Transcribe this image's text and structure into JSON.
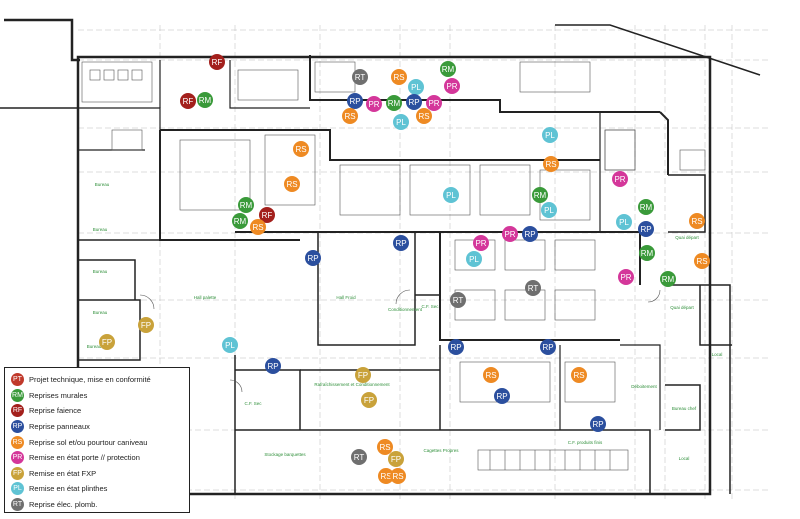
{
  "legend": [
    {
      "code": "PT",
      "label": "Projet technique, mise en conformité",
      "color": "#c0392b"
    },
    {
      "code": "RM",
      "label": "Reprises murales",
      "color": "#3a9a3a"
    },
    {
      "code": "RF",
      "label": "Reprise faience",
      "color": "#a3201c"
    },
    {
      "code": "RP",
      "label": "Reprise panneaux",
      "color": "#2b4f9e"
    },
    {
      "code": "RS",
      "label": "Reprise sol et/ou pourtour caniveau",
      "color": "#ee8a23"
    },
    {
      "code": "PR",
      "label": "Remise en état porte // protection",
      "color": "#d4379a"
    },
    {
      "code": "FP",
      "label": "Remise en état FXP",
      "color": "#c9a23a"
    },
    {
      "code": "PL",
      "label": "Remise en état plinthes",
      "color": "#5fc3d4"
    },
    {
      "code": "RT",
      "label": "Reprise élec. plomb.",
      "color": "#6f6f6f"
    }
  ],
  "markers": [
    "RF",
    "RF",
    "RM",
    "RT",
    "RS",
    "RM",
    "PL",
    "PR",
    "RP",
    "PR",
    "RM",
    "RP",
    "PR",
    "RS",
    "PL",
    "RS",
    "RS",
    "PL",
    "RS",
    "RS",
    "PL",
    "RM",
    "PR",
    "RM",
    "RF",
    "RS",
    "RM",
    "PL",
    "RP",
    "PR",
    "PR",
    "RP",
    "RP",
    "PL",
    "RM",
    "RS",
    "PL",
    "RP",
    "RM",
    "RS",
    "PR",
    "RT",
    "RM",
    "FP",
    "FP",
    "RT",
    "PL",
    "RP",
    "RP",
    "RP",
    "RS",
    "RS",
    "RP",
    "FP",
    "FP",
    "RP",
    "RS",
    "RT",
    "FP",
    "RS",
    "RS"
  ],
  "rooms": [
    "Bureau",
    "Bureau",
    "Bureau",
    "Bureau",
    "Bureau",
    "Hall palette",
    "Hall Froid",
    "C.F. Sec",
    "Conditionnement",
    "C.F. Sec",
    "Rafraîchissement et Conditionnement",
    "Stockage barquettes",
    "Cagettes Propres",
    "C.F. produits finis",
    "Déboitement",
    "Bureau chef",
    "Local",
    "Quai départ",
    "Quai départ",
    "Local"
  ]
}
